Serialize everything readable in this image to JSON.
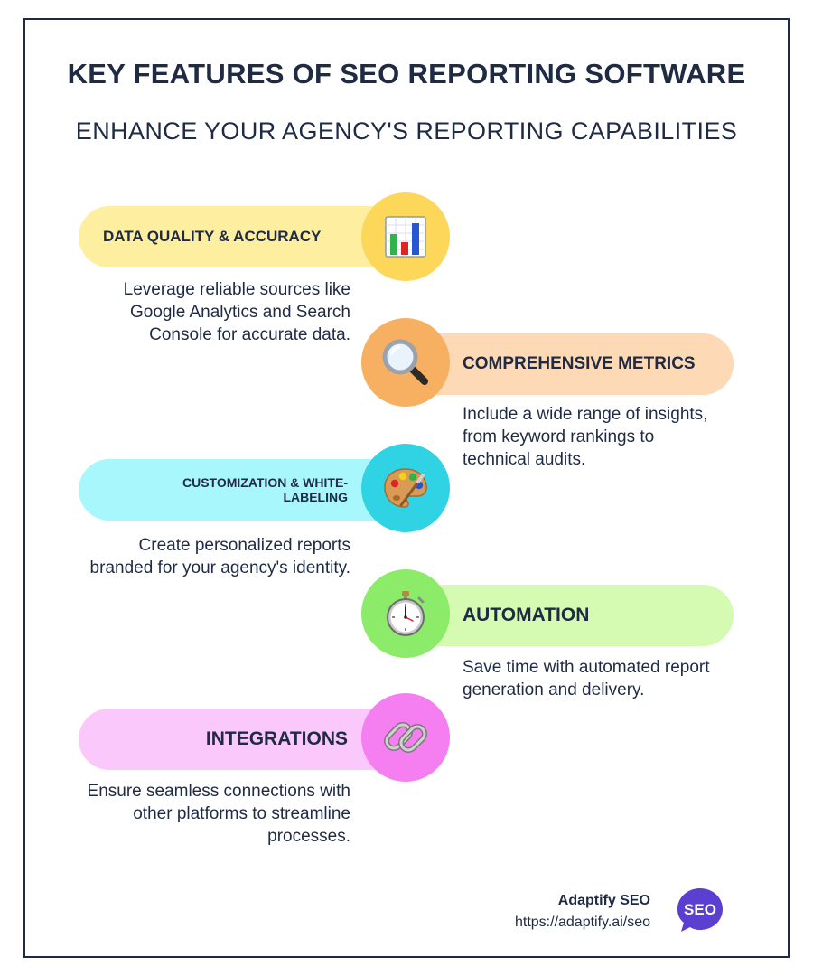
{
  "header": {
    "title": "KEY FEATURES OF SEO REPORTING SOFTWARE",
    "subtitle": "ENHANCE YOUR AGENCY'S REPORTING CAPABILITIES"
  },
  "features": [
    {
      "label": "DATA QUALITY & ACCURACY",
      "description": "Leverage reliable sources like Google Analytics and Search Console for accurate data.",
      "icon": "bar-chart-icon",
      "pill_color": "#fdeea0",
      "circle_color": "#fcd75a"
    },
    {
      "label": "COMPREHENSIVE METRICS",
      "description": "Include a wide range of insights, from keyword rankings to technical audits.",
      "icon": "magnifying-glass-icon",
      "pill_color": "#fdd9b5",
      "circle_color": "#f7b062"
    },
    {
      "label": "CUSTOMIZATION & WHITE-LABELING",
      "description": "Create personalized reports branded for your agency's identity.",
      "icon": "paint-palette-icon",
      "pill_color": "#a8f7fd",
      "circle_color": "#2fd3e3"
    },
    {
      "label": "AUTOMATION",
      "description": "Save time with automated report generation and delivery.",
      "icon": "stopwatch-icon",
      "pill_color": "#d4fbb1",
      "circle_color": "#8deb6a"
    },
    {
      "label": "INTEGRATIONS",
      "description": "Ensure seamless connections with other platforms to streamline processes.",
      "icon": "link-chain-icon",
      "pill_color": "#fac8fb",
      "circle_color": "#f57ef0"
    }
  ],
  "footer": {
    "brand": "Adaptify SEO",
    "url": "https://adaptify.ai/seo",
    "logo_text": "SEO",
    "logo_color": "#5b3fd1"
  }
}
